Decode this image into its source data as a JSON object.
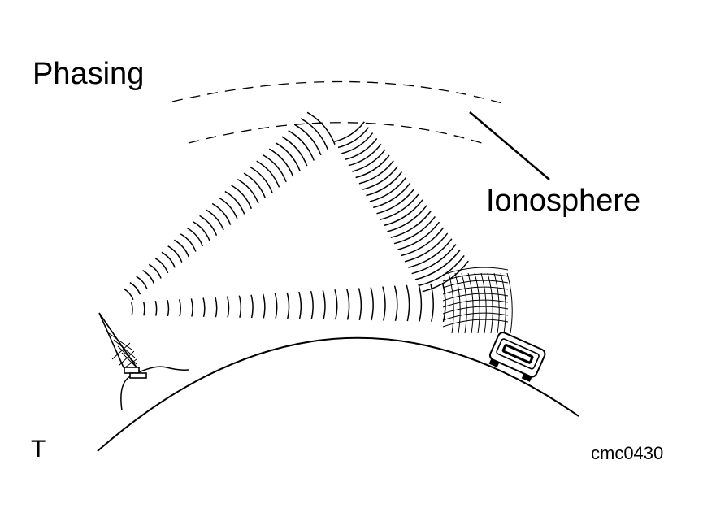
{
  "title": "Phasing",
  "labels": {
    "ionosphere": "Ionosphere",
    "corner_mark": "T",
    "figure_code": "cmc0430"
  },
  "icons": {
    "transmitter": "radio-tower-icon",
    "receiver": "car-receiver-icon"
  },
  "colors": {
    "ink": "#000000",
    "background": "#ffffff"
  }
}
